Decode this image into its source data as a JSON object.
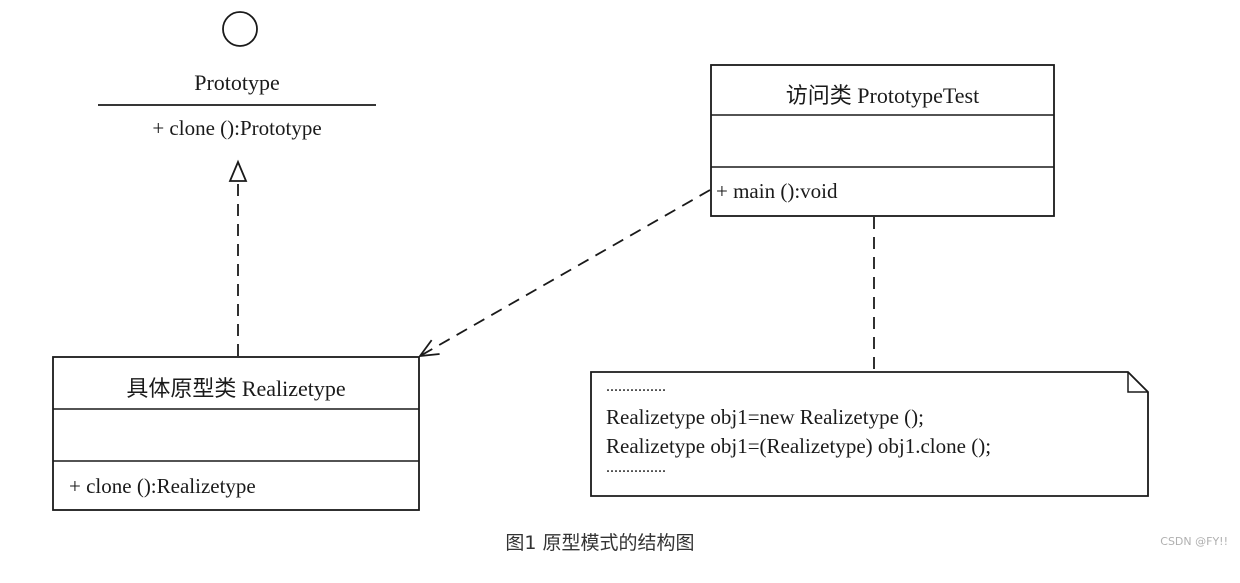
{
  "interface": {
    "symbol": "lollipop",
    "name": "Prototype",
    "method": "+ clone ():Prototype"
  },
  "test_class": {
    "title": "访问类  PrototypeTest",
    "attributes": "",
    "method": "+ main ():void"
  },
  "concrete_class": {
    "title": "具体原型类  Realizetype",
    "attributes": "",
    "method": "+ clone ():Realizetype"
  },
  "note": {
    "lines": [
      "...............",
      "Realizetype obj1=new Realizetype ();",
      "Realizetype obj1=(Realizetype) obj1.clone ();",
      "..............."
    ]
  },
  "relationships": [
    {
      "type": "realization",
      "from": "Realizetype",
      "to": "Prototype"
    },
    {
      "type": "dependency",
      "from": "PrototypeTest",
      "to": "Realizetype"
    },
    {
      "type": "note-anchor",
      "from": "PrototypeTest",
      "to": "note"
    }
  ],
  "caption": "图1 原型模式的结构图",
  "watermark": "CSDN @FY!!",
  "colors": {
    "line": "#1a1a1a",
    "background": "#ffffff",
    "caption": "#333333",
    "watermark": "#b0b0b0"
  }
}
